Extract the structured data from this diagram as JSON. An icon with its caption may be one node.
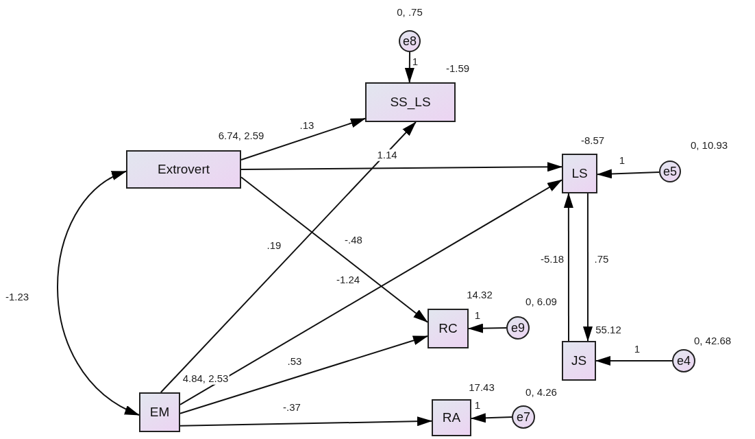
{
  "diagram": {
    "nodes": [
      {
        "text": [
          "e8"
        ],
        "beside": [
          "0, .75"
        ]
      },
      {
        "text": [
          "SS_LS"
        ],
        "beside": [
          "-1.59"
        ]
      },
      {
        "text": [
          "Extrovert"
        ],
        "beside": [
          "6.74, 2.59"
        ]
      },
      {
        "text": [
          "LS"
        ],
        "beside": [
          "-8.57"
        ]
      },
      {
        "text": [
          "e5"
        ],
        "beside": [
          "0, 10.93"
        ]
      },
      {
        "text": [
          "RC"
        ],
        "beside": [
          "14.32"
        ]
      },
      {
        "text": [
          "e9"
        ],
        "beside": [
          "0, 6.09"
        ]
      },
      {
        "text": [
          "JS"
        ],
        "beside": [
          "55.12"
        ]
      },
      {
        "text": [
          "e4"
        ],
        "beside": [
          "0, 42.68"
        ]
      },
      {
        "text": [
          "EM"
        ],
        "beside": [
          "4.84, 2.53"
        ]
      },
      {
        "text": [
          "RA"
        ],
        "beside": [
          "17.43"
        ]
      },
      {
        "text": [
          "e7"
        ],
        "beside": [
          "0, 4.26"
        ]
      }
    ],
    "edges": [
      {
        "from": 0,
        "to": 1,
        "arrow": "to",
        "label": "1"
      },
      {
        "from": 2,
        "to": 1,
        "arrow": "to",
        "label": ".13"
      },
      {
        "from": 2,
        "to": 3,
        "arrow": "to",
        "label": "1.14"
      },
      {
        "from": 2,
        "to": 5,
        "arrow": "to",
        "label": "-.48"
      },
      {
        "from": 9,
        "to": 1,
        "arrow": "to",
        "label": ".19"
      },
      {
        "from": 9,
        "to": 3,
        "arrow": "to",
        "label": "-1.24"
      },
      {
        "from": 9,
        "to": 5,
        "arrow": "to",
        "label": ".53"
      },
      {
        "from": 9,
        "to": 10,
        "arrow": "to",
        "label": "-.37"
      },
      {
        "from": 2,
        "to": 9,
        "arrow": "both",
        "label": "-1.23"
      },
      {
        "from": 4,
        "to": 3,
        "arrow": "to",
        "label": "1"
      },
      {
        "from": 6,
        "to": 5,
        "arrow": "to",
        "label": "1"
      },
      {
        "from": 7,
        "to": 3,
        "arrow": "to",
        "label": "-5.18"
      },
      {
        "from": 3,
        "to": 7,
        "arrow": "to",
        "label": ".75"
      },
      {
        "from": 8,
        "to": 7,
        "arrow": "to",
        "label": "1"
      },
      {
        "from": 11,
        "to": 10,
        "arrow": "to",
        "label": "1"
      }
    ]
  }
}
